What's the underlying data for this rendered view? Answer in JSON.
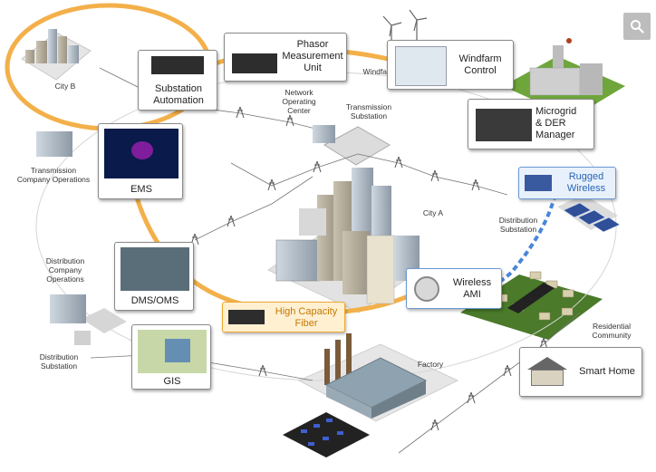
{
  "nodes": {
    "city_b": "City B",
    "substation_automation": "Substation\nAutomation",
    "phasor_measurement_unit": "Phasor\nMeasurement\nUnit",
    "windfarm_small": "Windfa",
    "windfarm_control": "Windfarm\nControl",
    "network_operating_center": "Network\nOperating\nCenter",
    "transmission_substation": "Transmission\nSubstation",
    "transmission_company_operations": "Transmission\nCompany Operations",
    "ems": "EMS",
    "microgrid_der_manager": "Microgrid\n& DER\nManager",
    "rugged_wireless": "Rugged\nWireless",
    "city_a": "City A",
    "distribution_substation_right": "Distribution\nSubstation",
    "distribution_company_operations": "Distribution\nCompany\nOperations",
    "dms_oms": "DMS/OMS",
    "high_capacity_fiber": "High Capacity\nFiber",
    "wireless_ami": "Wireless\nAMI",
    "residential_community": "Residential\nCommunity",
    "distribution_substation_left": "Distribution\nSubstation",
    "gis": "GIS",
    "factory": "Factory",
    "smart_home": "Smart Home"
  },
  "colors": {
    "fiber_orange": "#f3b04a",
    "wireless_blue": "#4a86d8",
    "ground": "#e3e3e3",
    "tower": "#555555"
  },
  "icons": {
    "zoom": "search-icon"
  }
}
